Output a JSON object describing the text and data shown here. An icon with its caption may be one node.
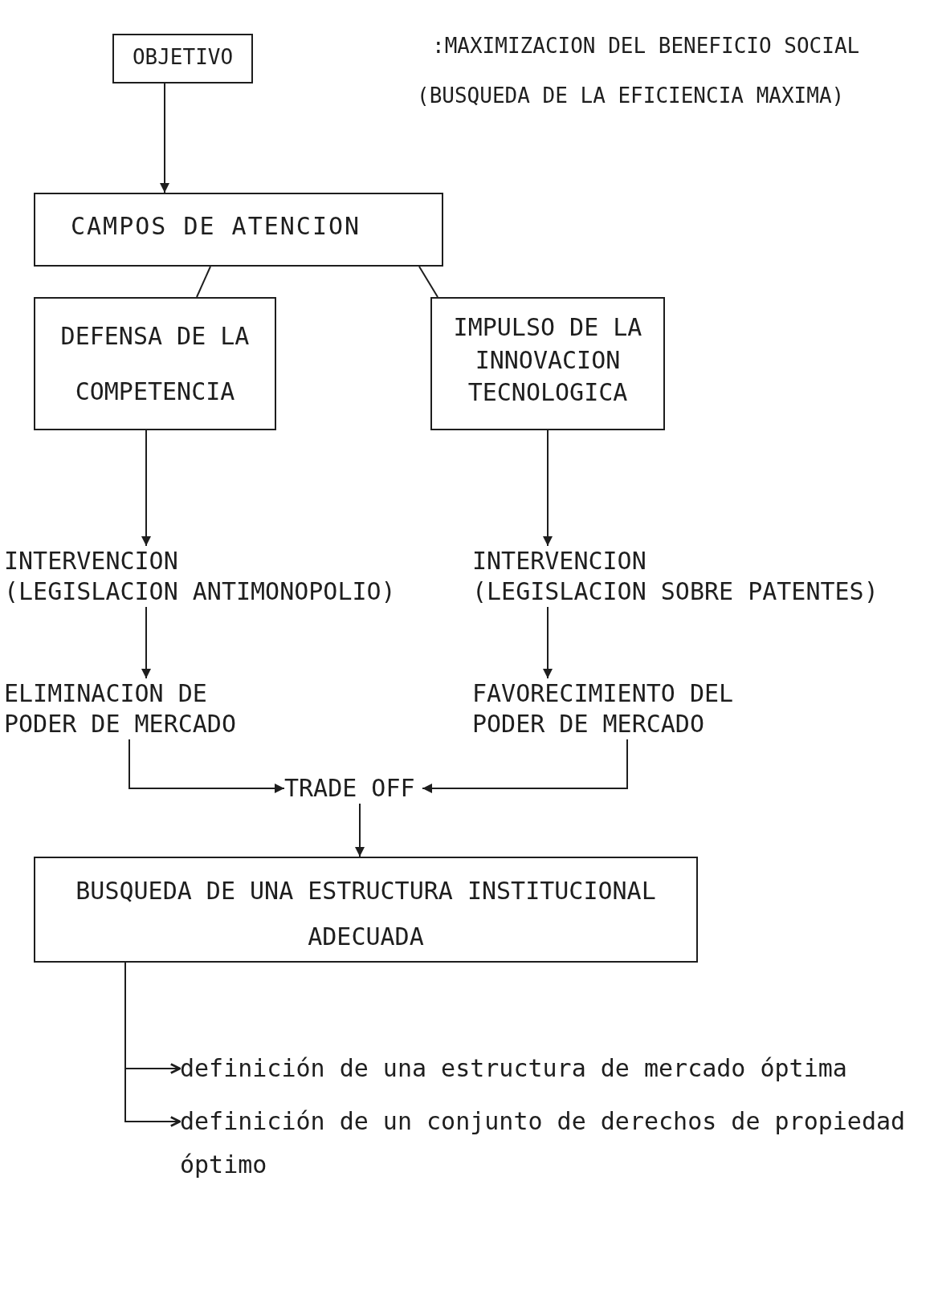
{
  "diagram": {
    "nodes": [
      {
        "text": [
          "OBJETIVO"
        ],
        "beside": [
          ":MAXIMIZACION DEL BENEFICIO SOCIAL",
          "(BUSQUEDA DE LA EFICIENCIA MAXIMA)"
        ]
      },
      {
        "text": [
          "CAMPOS DE ATENCION"
        ]
      },
      {
        "text": [
          "DEFENSA DE LA COMPETENCIA"
        ]
      },
      {
        "text": [
          "IMPULSO DE LA INNOVACION TECNOLOGICA"
        ]
      },
      {
        "text": [
          "INTERVENCION",
          "(LEGISLACION ANTIMONOPOLIO)"
        ]
      },
      {
        "text": [
          "INTERVENCION",
          "(LEGISLACION SOBRE PATENTES)"
        ]
      },
      {
        "text": [
          "ELIMINACION DE PODER DE MERCADO"
        ]
      },
      {
        "text": [
          "FAVORECIMIENTO DEL PODER DE MERCADO"
        ]
      },
      {
        "text": [
          "TRADE OFF"
        ]
      },
      {
        "text": [
          "BUSQUEDA DE UNA ESTRUCTURA INSTITUCIONAL ADECUADA"
        ]
      },
      {
        "text": [
          "definición de una estructura de mercado óptima"
        ]
      },
      {
        "text": [
          "definición de un conjunto de derechos de propiedad óptimo"
        ]
      }
    ],
    "edges": [
      {
        "from": 0,
        "to": 1,
        "arrow": "to"
      },
      {
        "from": 1,
        "to": 2,
        "arrow": "none"
      },
      {
        "from": 1,
        "to": 3,
        "arrow": "none"
      },
      {
        "from": 2,
        "to": 4,
        "arrow": "to"
      },
      {
        "from": 3,
        "to": 5,
        "arrow": "to"
      },
      {
        "from": 4,
        "to": 6,
        "arrow": "to"
      },
      {
        "from": 5,
        "to": 7,
        "arrow": "to"
      },
      {
        "from": 6,
        "to": 8,
        "arrow": "to"
      },
      {
        "from": 7,
        "to": 8,
        "arrow": "to"
      },
      {
        "from": 8,
        "to": 9,
        "arrow": "to"
      },
      {
        "from": 9,
        "to": 10,
        "arrow": "to"
      },
      {
        "from": 9,
        "to": 11,
        "arrow": "to"
      }
    ]
  }
}
